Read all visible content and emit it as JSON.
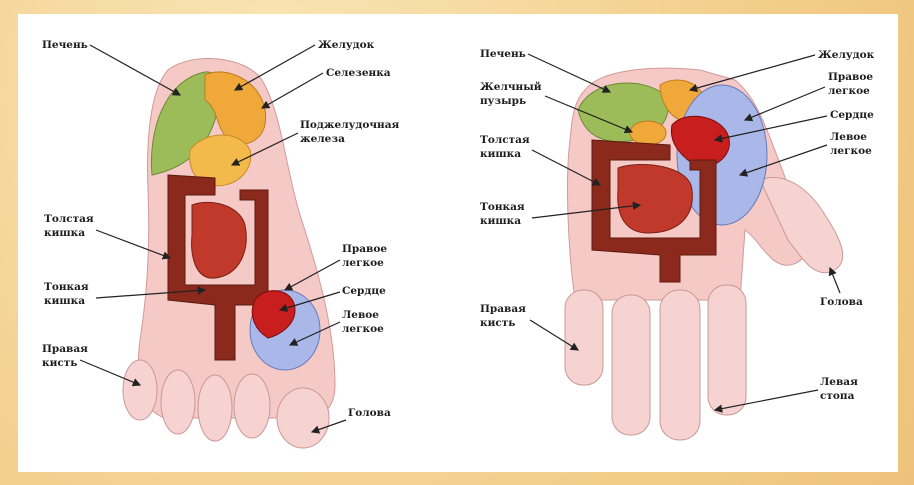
{
  "foot": {
    "liver": "Печень",
    "stomach": "Желудок",
    "spleen": "Селезенка",
    "pancreas_1": "Поджелудочная",
    "pancreas_2": "железа",
    "colon_1": "Толстая",
    "colon_2": "кишка",
    "small_int_1": "Тонкая",
    "small_int_2": "кишка",
    "right_lung_1": "Правое",
    "right_lung_2": "легкое",
    "heart": "Сердце",
    "left_lung_1": "Левое",
    "left_lung_2": "легкое",
    "right_hand_1": "Правая",
    "right_hand_2": "кисть",
    "head": "Голова"
  },
  "hand": {
    "liver": "Печень",
    "gallbladder_1": "Желчный",
    "gallbladder_2": "пузырь",
    "colon_1": "Толстая",
    "colon_2": "кишка",
    "small_int_1": "Тонкая",
    "small_int_2": "кишка",
    "right_hand_1": "Правая",
    "right_hand_2": "кисть",
    "stomach": "Желудок",
    "right_lung_1": "Правое",
    "right_lung_2": "легкое",
    "heart": "Сердце",
    "left_lung_1": "Левое",
    "left_lung_2": "легкое",
    "head": "Голова",
    "left_foot_1": "Левая",
    "left_foot_2": "стопа"
  },
  "colors": {
    "skin": "#f4c9c6",
    "liver": "#9cbc5a",
    "stomach": "#f0a83a",
    "colon": "#8b2a1c",
    "small_intestine": "#c0392b",
    "heart": "#c81e1e",
    "lung": "#a9b8e8"
  }
}
